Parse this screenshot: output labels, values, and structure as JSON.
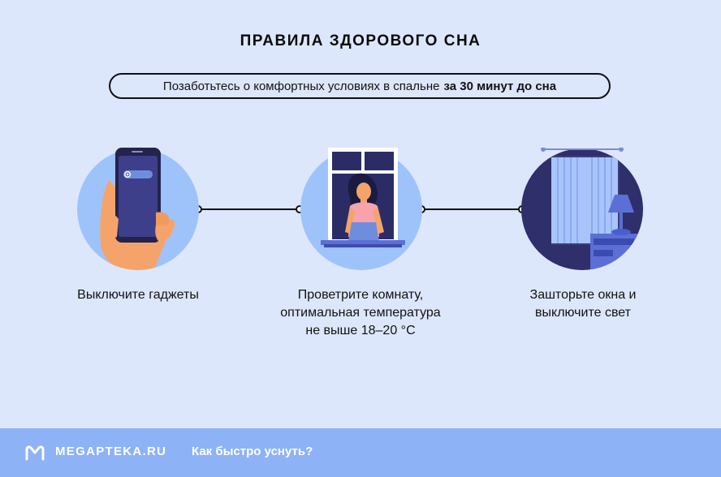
{
  "header": {
    "title": "ПРАВИЛА ЗДОРОВОГО СНА",
    "subtitle_regular": "Позаботьтесь о комфортных условиях в спальне",
    "subtitle_bold": "за 30 минут до сна"
  },
  "steps": [
    {
      "icon": "phone-power-icon",
      "caption": "Выключите гаджеты"
    },
    {
      "icon": "open-window-woman-icon",
      "caption_lines": [
        "Проветрите комнату,",
        "оптимальная температура",
        "не выше 18–20 °C"
      ]
    },
    {
      "icon": "curtains-lamp-icon",
      "caption_lines": [
        "Зашторьте окна и",
        "выключите свет"
      ]
    }
  ],
  "footer": {
    "logo_text": "MEGAPTEKA.RU",
    "link_text": "Как быстро уснуть?"
  },
  "colors": {
    "background": "#dde7fb",
    "circle_light": "#9ec3fb",
    "circle_dark": "#2e2f6b",
    "footer": "#8db2f6"
  }
}
